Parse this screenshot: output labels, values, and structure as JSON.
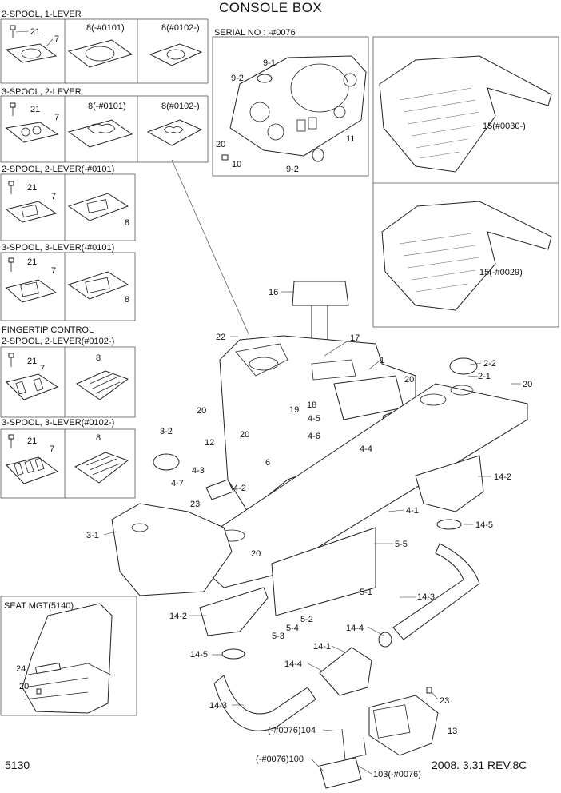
{
  "title": "CONSOLE BOX",
  "page_number": "5130",
  "revision": "2008. 3.31  REV.8C",
  "serial_label": "SERIAL NO : -#0076",
  "seat_label": "SEAT MGT(5140)",
  "sections": {
    "s1": {
      "title": "2-SPOOL, 1-LEVER",
      "labels": [
        "21",
        "7",
        "8(-#0101)",
        "8(#0102-)"
      ]
    },
    "s2": {
      "title": "3-SPOOL, 2-LEVER",
      "labels": [
        "21",
        "7",
        "8(-#0101)",
        "8(#0102-)"
      ]
    },
    "s3": {
      "title": "2-SPOOL, 2-LEVER(-#0101)",
      "labels": [
        "21",
        "7",
        "8"
      ]
    },
    "s4": {
      "title": "3-SPOOL, 3-LEVER(-#0101)",
      "labels": [
        "21",
        "7",
        "8"
      ]
    },
    "s5": {
      "title_1": "FINGERTIP CONTROL",
      "title_2": "2-SPOOL, 2-LEVER(#0102-)",
      "labels": [
        "21",
        "7",
        "8"
      ]
    },
    "s6": {
      "title": "3-SPOOL, 3-LEVER(#0102-)",
      "labels": [
        "21",
        "7",
        "8"
      ]
    }
  },
  "serial_labels": [
    "9-1",
    "9-2",
    "11",
    "20",
    "10",
    "9-2"
  ],
  "mat_labels": [
    "15(#0030-)",
    "15(-#0029)"
  ],
  "seat_labels": [
    "24",
    "20"
  ],
  "main_labels": {
    "p16": "16",
    "p22": "22",
    "p17": "17",
    "p1": "1",
    "p20a": "20",
    "p2_1": "2-1",
    "p2_2": "2-2",
    "p20b": "20",
    "p18": "18",
    "p19": "19",
    "p20c": "20",
    "p4_5": "4-5",
    "p12": "12",
    "p20d": "20",
    "p4_6": "4-6",
    "p4_4": "4-4",
    "p6": "6",
    "p3_2": "3-2",
    "p14_2a": "14-2",
    "p4_3": "4-3",
    "p4_7": "4-7",
    "p4_2": "4-2",
    "p23a": "23",
    "p4_1": "4-1",
    "p14_5a": "14-5",
    "p3_1": "3-1",
    "p5_5": "5-5",
    "p20e": "20",
    "p5_1": "5-1",
    "p14_3a": "14-3",
    "p14_2b": "14-2",
    "p5_2": "5-2",
    "p5_4": "5-4",
    "p5_3": "5-3",
    "p14_4a": "14-4",
    "p14_5b": "14-5",
    "p14_1": "14-1",
    "p14_4b": "14-4",
    "p14_3b": "14-3",
    "p23b": "23",
    "p13": "13",
    "p104": "(-#0076)104",
    "p100": "(-#0076)100",
    "p103": "103(-#0076)"
  }
}
